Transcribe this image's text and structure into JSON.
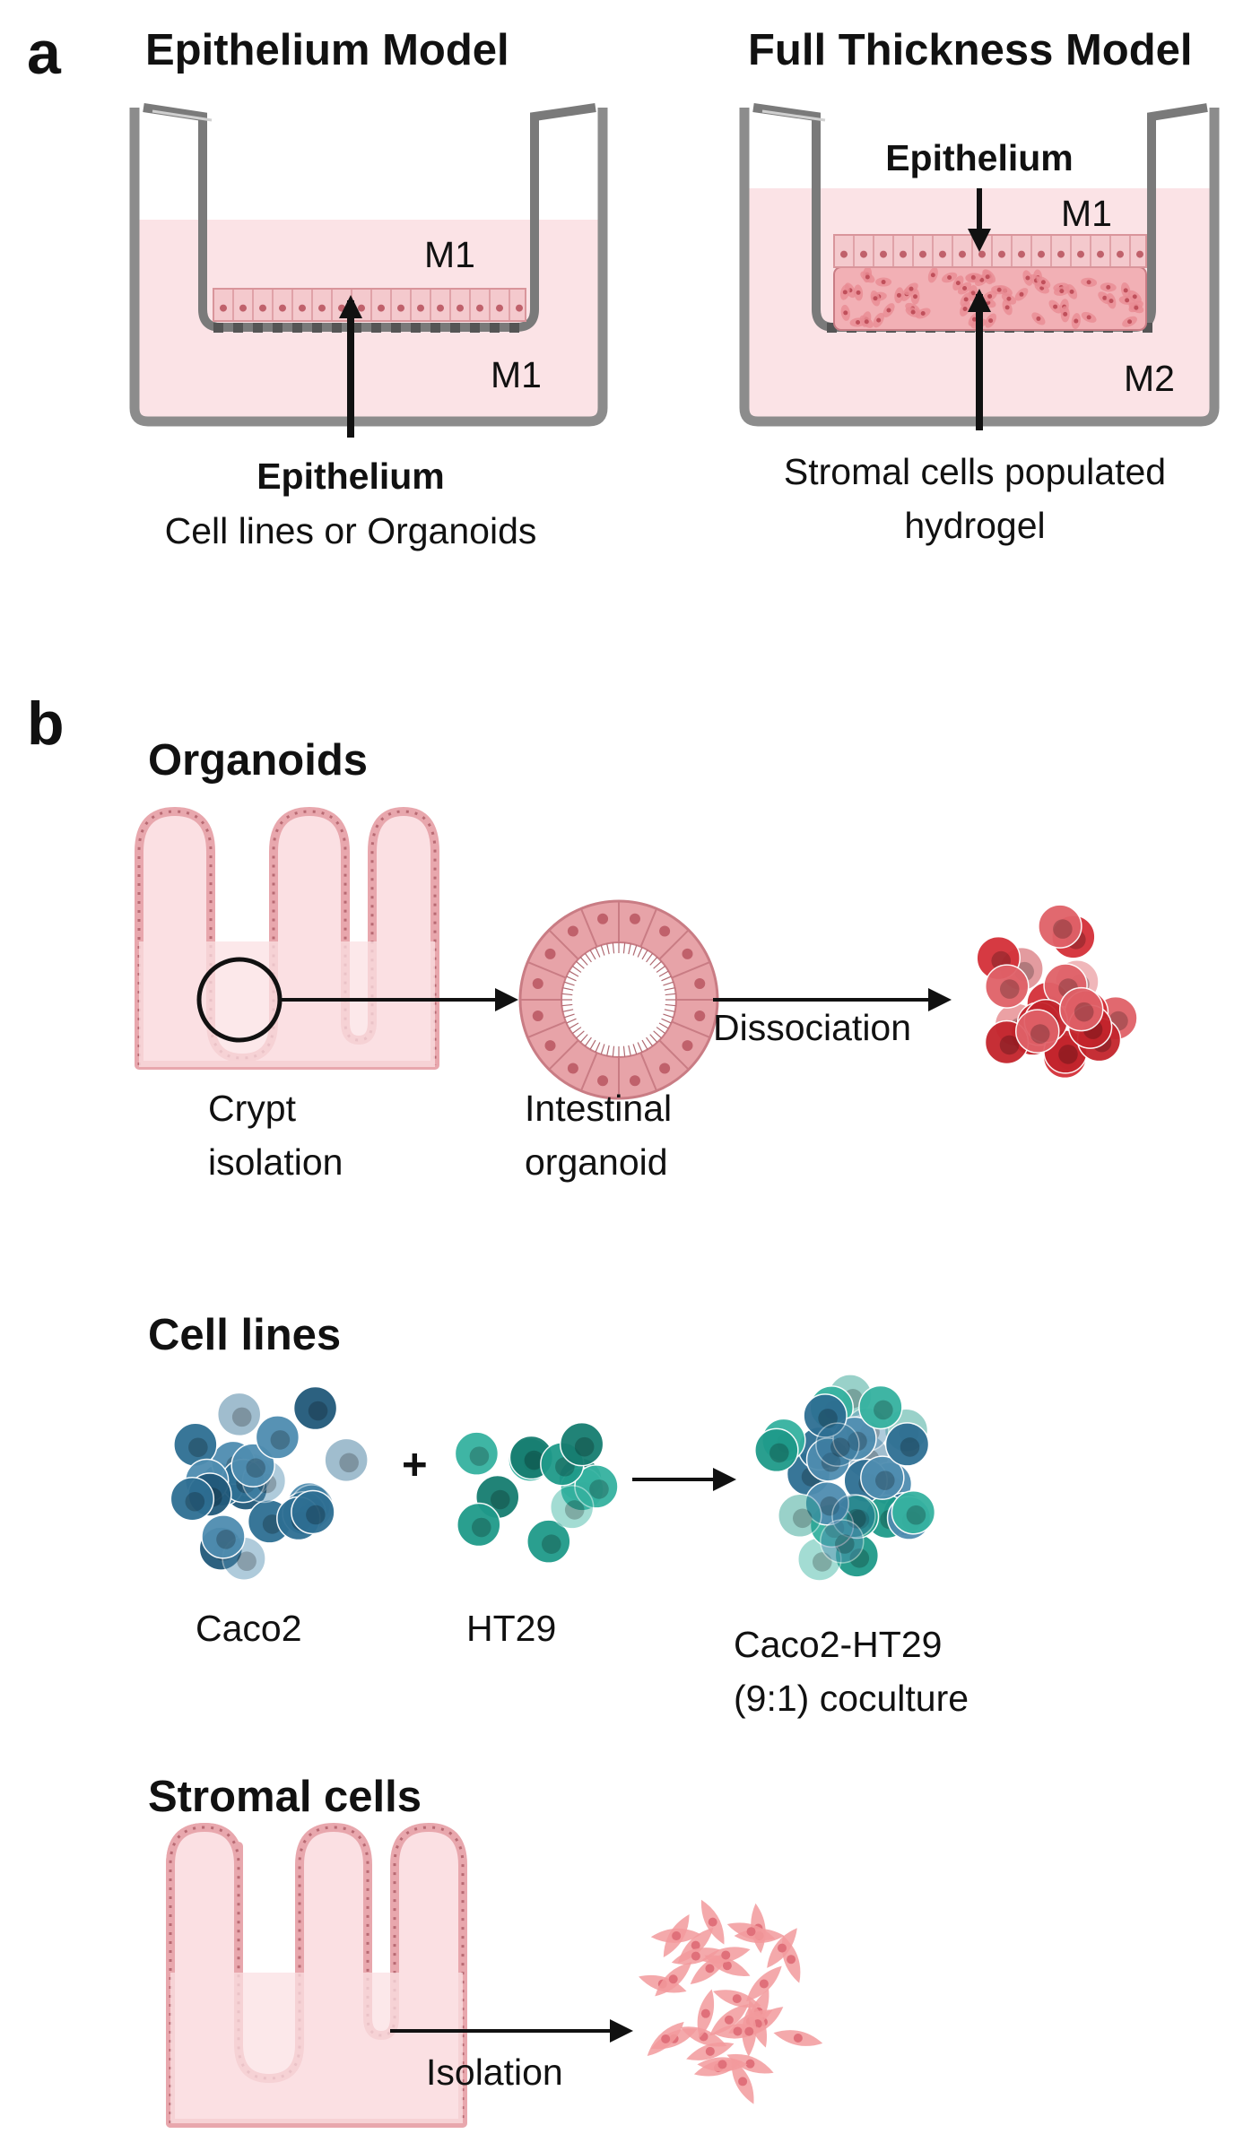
{
  "panel_a": {
    "letter": "a",
    "epithelium_model": {
      "title": "Epithelium Model",
      "apical_medium": "M1",
      "basal_medium": "M1",
      "label_bold": "Epithelium",
      "label_sub": "Cell lines or Organoids"
    },
    "full_thickness_model": {
      "title": "Full Thickness Model",
      "epithelium_label": "Epithelium",
      "apical_medium": "M1",
      "basal_medium": "M2",
      "stroma_label_line1": "Stromal cells populated",
      "stroma_label_line2": "hydrogel"
    }
  },
  "panel_b": {
    "letter": "b",
    "organoids": {
      "title": "Organoids",
      "crypt_label_line1": "Crypt",
      "crypt_label_line2": "isolation",
      "organoid_label_line1": "Intestinal",
      "organoid_label_line2": "organoid",
      "step_label": "Dissociation"
    },
    "cell_lines": {
      "title": "Cell lines",
      "plus": "+",
      "caco2": "Caco2",
      "ht29": "HT29",
      "coculture_line1": "Caco2-HT29",
      "coculture_line2": "(9:1) coculture"
    },
    "stromal_cells": {
      "title": "Stromal cells",
      "step_label": "Isolation"
    }
  },
  "colors": {
    "medium_pink": "#fbe3e6",
    "tissue_pink": "#f4c9cd",
    "cell_pink": "#e7a3a8",
    "red_cell": "#d43038",
    "blue_cell": "#2e6f93",
    "teal_cell": "#1f9a8a",
    "stroma_cell": "#f29a9c",
    "insert_gray": "#8c8c8c"
  },
  "icons": [
    "transwell-insert-icon",
    "crypt-tissue-icon",
    "organoid-ring-icon",
    "cell-cluster-icon",
    "arrow-icon"
  ]
}
